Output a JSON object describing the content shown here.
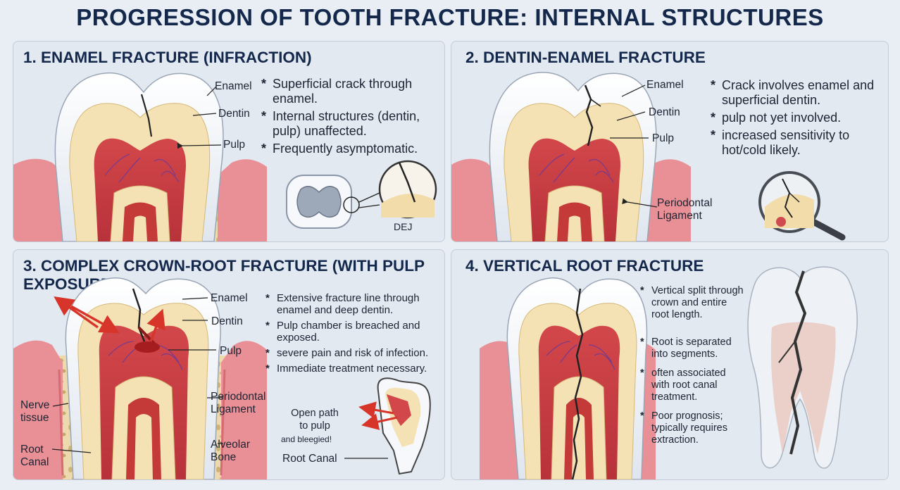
{
  "title": "PROGRESSION OF TOOTH FRACTURE: INTERNAL STRUCTURES",
  "colors": {
    "enamel": "#f6f8fb",
    "dentin": "#f4e2b5",
    "pulp": "#c33a38",
    "gum": "#e98f96",
    "bone": "#ead6a8",
    "crack": "#222222",
    "arrow": "#d8352a"
  },
  "panel1": {
    "title": "1. ENAMEL FRACTURE (INFRACTION)",
    "labels": {
      "enamel": "Enamel",
      "dentin": "Dentin",
      "pulp": "Pulp",
      "dej": "DEJ"
    },
    "bullets": [
      "Superficial crack through enamel.",
      "Internal structures (dentin, pulp) unaffected.",
      "Frequently asymptomatic."
    ]
  },
  "panel2": {
    "title": "2. DENTIN-ENAMEL FRACTURE",
    "labels": {
      "enamel": "Enamel",
      "dentin": "Dentin",
      "pulp": "Pulp",
      "ligament": "Periodontal Ligament"
    },
    "bullets": [
      "Crack involves enamel and superficial dentin.",
      "pulp not yet involved.",
      "increased sensitivity to hot/cold likely."
    ]
  },
  "panel3": {
    "title": "3. COMPLEX CROWN-ROOT FRACTURE (WITH PULP EXPOSURE)",
    "labels": {
      "enamel": "Enamel",
      "dentin": "Dentin",
      "pulp": "Pulp",
      "ligament": "Periodontal Ligament",
      "bone": "Alveolar Bone",
      "nerve": "Nerve tissue",
      "root_canal_left": "Root Canal",
      "open_path": "Open path to pulp",
      "bleeding": "and bleegied!",
      "root_canal": "Root Canal"
    },
    "bullets": [
      "Extensive fracture line through enamel and deep dentin.",
      "Pulp chamber is breached and exposed.",
      "severe pain and risk of infection.",
      "Immediate treatment necessary."
    ]
  },
  "panel4": {
    "title": "4. VERTICAL ROOT FRACTURE",
    "bullets": [
      "Vertical split through crown and entire root length.",
      "Root is separated into segments.",
      "often associated with root canal treatment.",
      "Poor prognosis; typically requires extraction."
    ]
  }
}
